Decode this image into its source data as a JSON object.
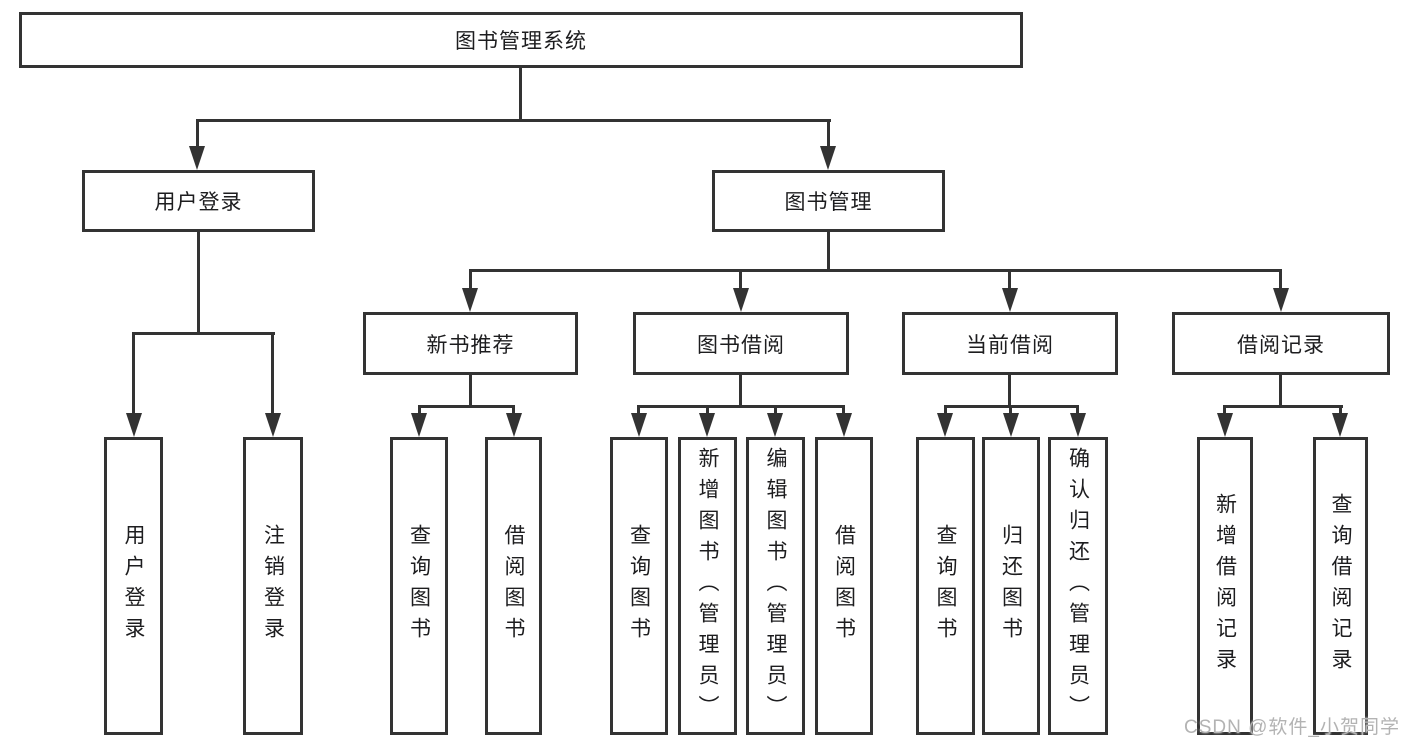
{
  "colors": {
    "ink": "#333333",
    "text": "#1d1d1f",
    "watermark": "#b3b3b3"
  },
  "root": {
    "label": "图书管理系统"
  },
  "branches": [
    {
      "label": "用户登录",
      "children": [
        {
          "label": "用户登录"
        },
        {
          "label": "注销登录"
        }
      ]
    },
    {
      "label": "图书管理",
      "children": [
        {
          "label": "新书推荐",
          "children": [
            {
              "label": "查询图书"
            },
            {
              "label": "借阅图书"
            }
          ]
        },
        {
          "label": "图书借阅",
          "children": [
            {
              "label": "查询图书"
            },
            {
              "label": "新增图书（管理员）"
            },
            {
              "label": "编辑图书（管理员）"
            },
            {
              "label": "借阅图书"
            }
          ]
        },
        {
          "label": "当前借阅",
          "children": [
            {
              "label": "查询图书"
            },
            {
              "label": "归还图书"
            },
            {
              "label": "确认归还（管理员）"
            }
          ]
        },
        {
          "label": "借阅记录",
          "children": [
            {
              "label": "新增借阅记录"
            },
            {
              "label": "查询借阅记录"
            }
          ]
        }
      ]
    }
  ],
  "watermark": {
    "text": "CSDN @软件_小贺同学"
  }
}
